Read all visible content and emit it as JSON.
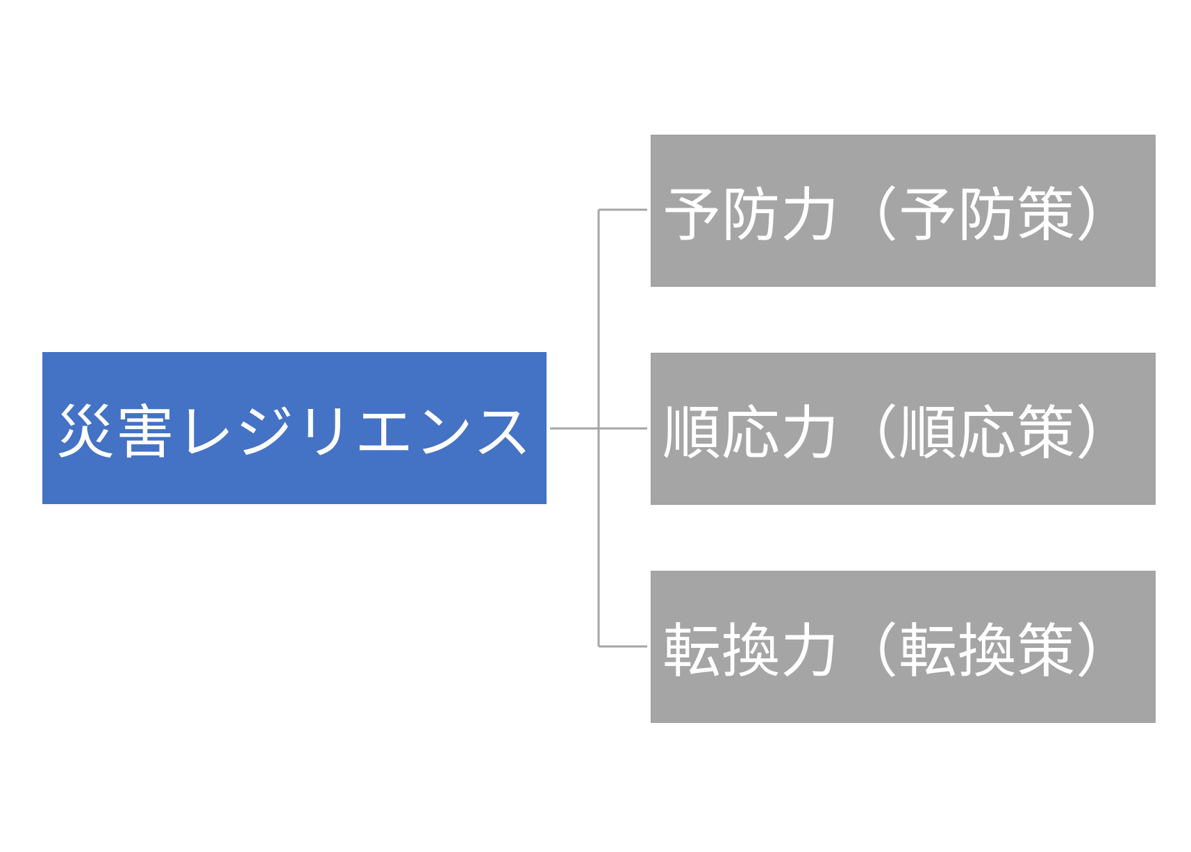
{
  "diagram": {
    "root": {
      "label": "災害レジリエンス",
      "color": "#4472c4"
    },
    "children": [
      {
        "label": "予防力（予防策）",
        "color": "#a5a5a5"
      },
      {
        "label": "順応力（順応策）",
        "color": "#a5a5a5"
      },
      {
        "label": "転換力（転換策）",
        "color": "#a5a5a5"
      }
    ],
    "connector_color": "#a5a5a5"
  }
}
